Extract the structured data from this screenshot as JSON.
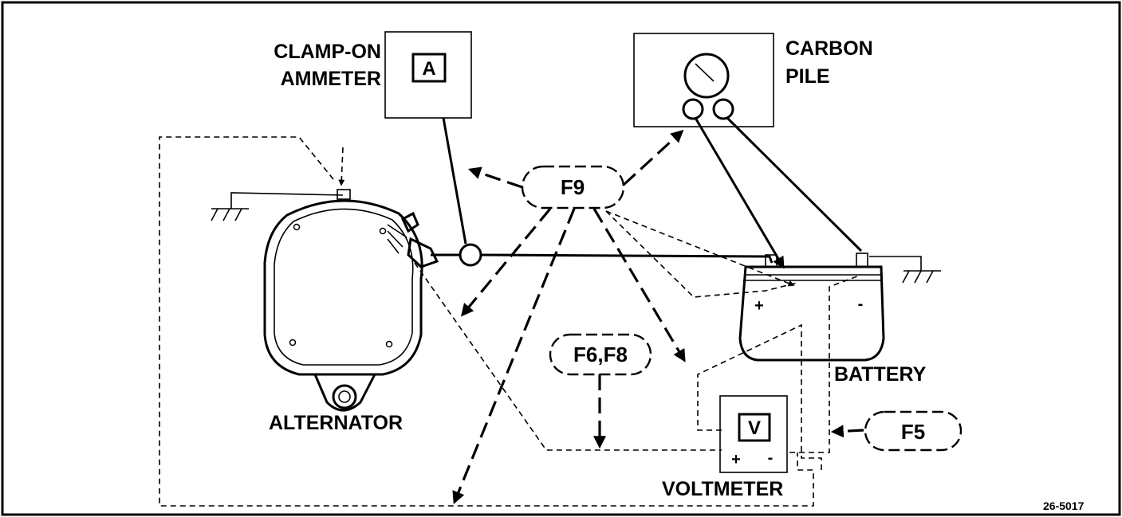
{
  "labels": {
    "clamp_on_ammeter": [
      "CLAMP-ON",
      "AMMETER"
    ],
    "carbon_pile": [
      "CARBON",
      "PILE"
    ],
    "alternator": "ALTERNATOR",
    "battery": "BATTERY",
    "voltmeter": "VOLTMETER",
    "reference": "26-5017"
  },
  "meters": {
    "ammeter_symbol": "A",
    "voltmeter_symbol": "V",
    "voltmeter_plus": "+",
    "voltmeter_minus": "-"
  },
  "battery_terminals": {
    "plus": "+",
    "minus": "-"
  },
  "test_steps": {
    "f9": "F9",
    "f6_f8": "F6,F8",
    "f5": "F5"
  }
}
